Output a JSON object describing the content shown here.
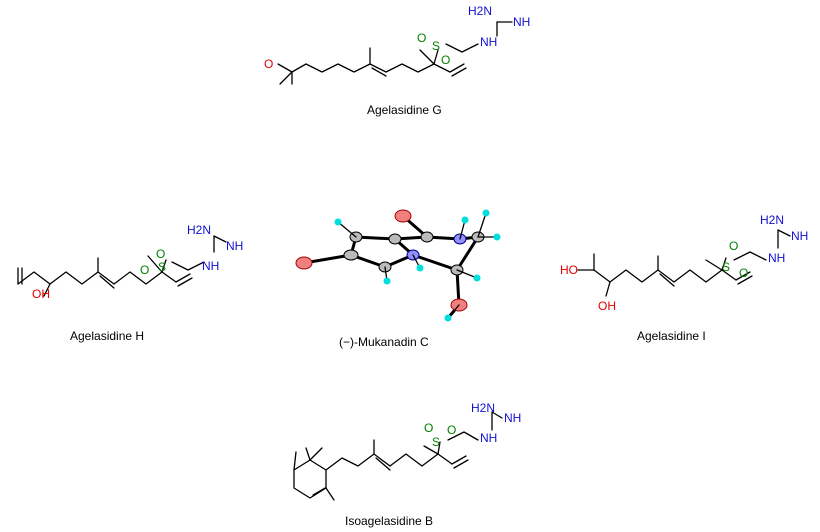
{
  "structures": [
    {
      "caption": "Agelasidine G",
      "atoms": {
        "o1": "O",
        "s": "S",
        "o_s1": "O",
        "o_s2": "O",
        "nh": "NH",
        "nh2": "H2N",
        "nh_imine": "NH"
      }
    },
    {
      "caption": "Agelasidine H",
      "atoms": {
        "oh": "OH",
        "s": "S",
        "o_s1": "O",
        "o_s2": "O",
        "nh": "NH",
        "nh2": "H2N",
        "nh_imine": "NH"
      }
    },
    {
      "caption": "(−)-Mukanadin C"
    },
    {
      "caption": "Agelasidine I",
      "atoms": {
        "ho": "HO",
        "oh": "OH",
        "s": "S",
        "o_s1": "O",
        "o_s2": "O",
        "nh": "NH",
        "nh2": "H2N",
        "nh_imine": "NH"
      }
    },
    {
      "caption": "Isoagelasidine B",
      "atoms": {
        "s": "S",
        "o_s1": "O",
        "o_s2": "O",
        "nh": "NH",
        "nh2": "H2N",
        "nh_imine": "NH"
      }
    }
  ],
  "colors": {
    "oxygen": "#e00000",
    "nitrogen": "#1010d0",
    "sulfur": "#008000",
    "hydrogen": "#00cccc"
  }
}
